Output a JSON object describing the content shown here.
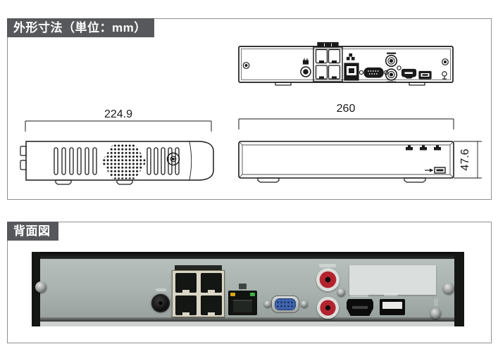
{
  "colors": {
    "background": "#ffffff",
    "box_border": "#8f9092",
    "title_bg": "#56585b",
    "title_text": "#ffffff",
    "drawing_line": "#1a1a1a",
    "photo_chassis_black": "#141614",
    "photo_panel_gray": "#a9b2af",
    "vga_blue": "#3f63ac",
    "rca_red": "#b3242f",
    "led_yellow": "#d8a717",
    "led_green": "#43b04a",
    "poe_frame_beige": "#dad6c6",
    "sticker_white": "#dadedd"
  },
  "dimensions_section": {
    "title": "外形寸法（単位：mm）",
    "unit": "mm",
    "side_view": {
      "width_mm": "224.9"
    },
    "front_view": {
      "width_mm": "260",
      "height_mm": "47.6"
    }
  },
  "rear_photo_section": {
    "title": "背面図",
    "components": [
      "chassis-screw",
      "power-input",
      "poe-port-block",
      "lan-port",
      "vga-port",
      "audio-out-rca",
      "audio-in-rca",
      "label-sticker",
      "hdmi-port",
      "usb-port",
      "ground-screw"
    ]
  }
}
